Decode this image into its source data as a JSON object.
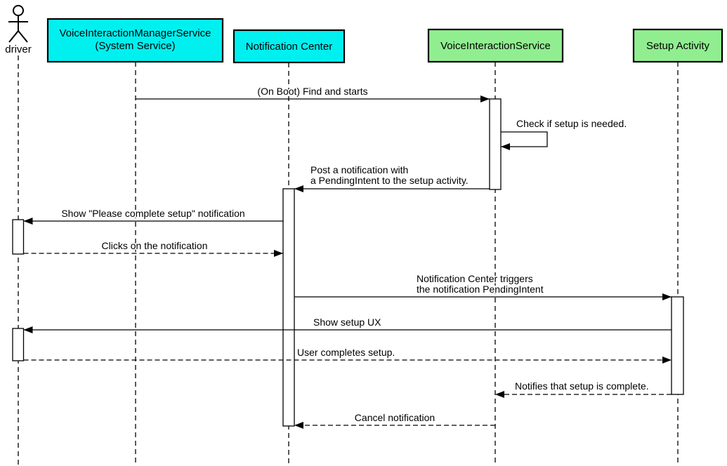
{
  "diagram": {
    "type": "uml-sequence-diagram",
    "description": "Voice interaction setup flow sequence diagram"
  },
  "colors": {
    "system_service_fill": "#00F0F0",
    "app_component_fill": "#90EE90",
    "line": "#000000",
    "background": "#FFFFFF"
  },
  "actor": {
    "label": "driver"
  },
  "participants": [
    {
      "id": "voice-interaction-manager-service",
      "label_line1": "VoiceInteractionManagerService",
      "label_line2": "(System Service)"
    },
    {
      "id": "notification-center",
      "label": "Notification Center"
    },
    {
      "id": "voice-interaction-service",
      "label": "VoiceInteractionService"
    },
    {
      "id": "setup-activity",
      "label": "Setup Activity"
    }
  ],
  "messages": [
    {
      "seq": 1,
      "from": "VoiceInteractionManagerService",
      "to": "VoiceInteractionService",
      "style": "solid",
      "label": "(On Boot) Find and starts"
    },
    {
      "seq": 2,
      "from": "VoiceInteractionService",
      "to": "VoiceInteractionService",
      "style": "self",
      "label": "Check if setup is needed."
    },
    {
      "seq": 3,
      "from": "VoiceInteractionService",
      "to": "Notification Center",
      "style": "solid",
      "label_line1": "Post a notification with",
      "label_line2": "a PendingIntent to the setup activity."
    },
    {
      "seq": 4,
      "from": "Notification Center",
      "to": "driver",
      "style": "solid",
      "label": "Show \"Please complete setup\" notification"
    },
    {
      "seq": 5,
      "from": "driver",
      "to": "Notification Center",
      "style": "dashed",
      "label": "Clicks on the notification"
    },
    {
      "seq": 6,
      "from": "Notification Center",
      "to": "Setup Activity",
      "style": "solid",
      "label_line1": "Notification Center triggers",
      "label_line2": "the notification PendingIntent"
    },
    {
      "seq": 7,
      "from": "Setup Activity",
      "to": "driver",
      "style": "solid",
      "label": "Show setup UX"
    },
    {
      "seq": 8,
      "from": "driver",
      "to": "Setup Activity",
      "style": "dashed",
      "label": "User completes setup."
    },
    {
      "seq": 9,
      "from": "Setup Activity",
      "to": "VoiceInteractionService",
      "style": "dashed",
      "label": "Notifies that setup is complete."
    },
    {
      "seq": 10,
      "from": "VoiceInteractionService",
      "to": "Notification Center",
      "style": "dashed",
      "label": "Cancel notification"
    }
  ]
}
